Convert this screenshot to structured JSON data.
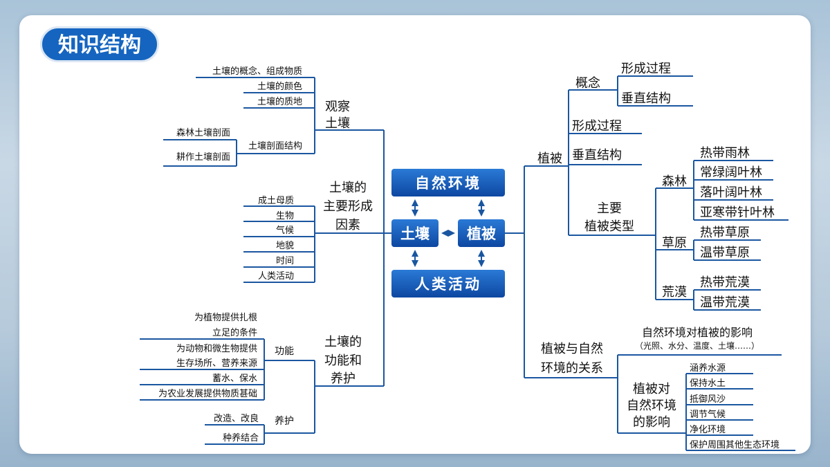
{
  "header": {
    "title": "知识结构"
  },
  "center": {
    "top": "自然环境",
    "left": "土壤",
    "right": "植被",
    "bottom": "人类活动"
  },
  "soil": {
    "observe": {
      "label_1": "观察",
      "label_2": "土壤",
      "items": [
        "土壤的概念、组成物质",
        "土壤的颜色",
        "土壤的质地"
      ],
      "profile": {
        "label": "土壤剖面结构",
        "items": [
          "森林土壤剖面",
          "耕作土壤剖面"
        ]
      }
    },
    "factors": {
      "label_1": "土壤的",
      "label_2": "主要形成",
      "label_3": "因素",
      "items": [
        "成土母质",
        "生物",
        "气候",
        "地貌",
        "时间",
        "人类活动"
      ]
    },
    "function_care": {
      "label_1": "土壤的",
      "label_2": "功能和",
      "label_3": "养护",
      "function": {
        "label": "功能",
        "items": [
          "为植物提供扎根",
          "立足的条件",
          "为动物和微生物提供",
          "生存场所、营养来源",
          "蓄水、保水",
          "为农业发展提供物质甚础"
        ]
      },
      "care": {
        "label": "养护",
        "items": [
          "改造、改良",
          "种养结合"
        ]
      }
    }
  },
  "vegetation": {
    "label": "植被",
    "concept": {
      "label": "概念",
      "items": [
        "形成过程",
        "垂直结构"
      ]
    },
    "process": "形成过程",
    "vertical": "垂直结构",
    "types": {
      "label_1": "主要",
      "label_2": "植被类型",
      "forest": {
        "label": "森林",
        "items": [
          "热带雨林",
          "常绿阔叶林",
          "落叶阔叶林",
          "亚寒带针叶林"
        ]
      },
      "grassland": {
        "label": "草原",
        "items": [
          "热带草原",
          "温带草原"
        ]
      },
      "desert": {
        "label": "荒漠",
        "items": [
          "热带荒漠",
          "温带荒漠"
        ]
      }
    },
    "relation": {
      "label_1": "植被与自然",
      "label_2": "环境的关系",
      "env_effect": "自然环境对植被的影响",
      "env_effect_note": "（光照、水分、温度、土壤……）",
      "veg_effect": {
        "label_1": "植被对",
        "label_2": "自然环境",
        "label_3": "的影响",
        "items": [
          "涵养水源",
          "保持水土",
          "抵御风沙",
          "调节气候",
          "净化环境",
          "保护周围其他生态环境"
        ]
      }
    }
  },
  "colors": {
    "primary": "#1565c0",
    "line": "#1a56a0",
    "box_dark": "#0d47a1",
    "box_light": "#2a7ad6"
  }
}
